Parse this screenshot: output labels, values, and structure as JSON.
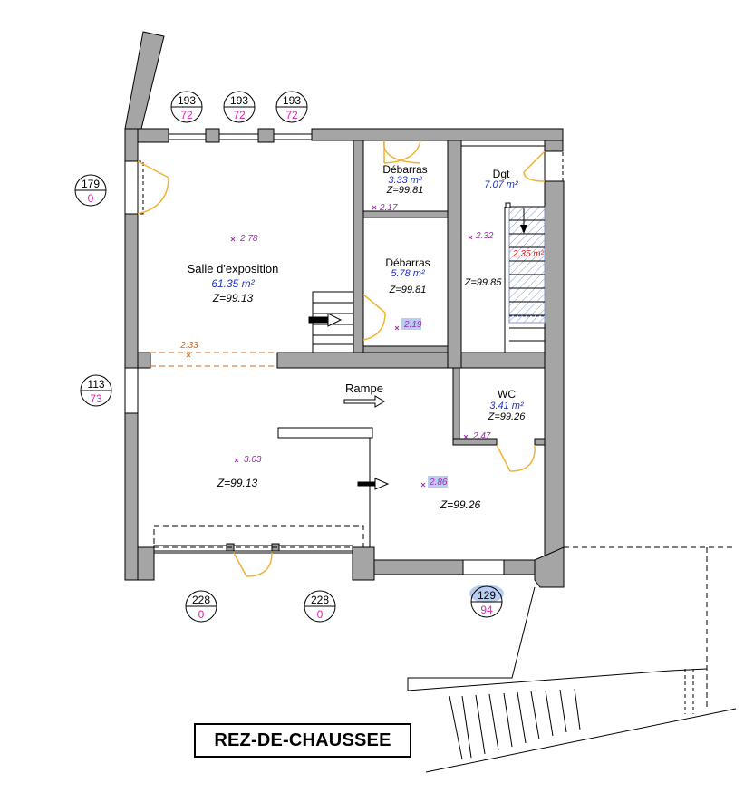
{
  "title": "REZ-DE-CHAUSSEE",
  "rooms": [
    {
      "id": "salle",
      "name": "Salle  d'exposition",
      "area": "61.35 m²",
      "level": "Z=99.13",
      "height": "2.78"
    },
    {
      "id": "debarras1",
      "name": "Débarras",
      "area": "3.33 m²",
      "level": "Z=99.81",
      "height": "2.17"
    },
    {
      "id": "debarras2",
      "name": "Débarras",
      "area": "5.78 m²",
      "level": "Z=99.81",
      "height": "2.19"
    },
    {
      "id": "dgt",
      "name": "Dgt",
      "area": "7.07 m²",
      "level": "Z=99.85",
      "height": "2.32",
      "extra_area": "2.35 m²"
    },
    {
      "id": "wc",
      "name": "WC",
      "area": "3.41 m²",
      "level": "Z=99.26",
      "height": "2.47"
    }
  ],
  "zones": [
    {
      "id": "lower-left",
      "level": "Z=99.13",
      "height": "3.03"
    },
    {
      "id": "lower-right",
      "level": "Z=99.26",
      "height": "2.86"
    }
  ],
  "rampe_label": "Rampe",
  "beam_height": "2.33",
  "openings": [
    {
      "id": "w1",
      "top": "193",
      "bottom": "72"
    },
    {
      "id": "w2",
      "top": "193",
      "bottom": "72"
    },
    {
      "id": "w3",
      "top": "193",
      "bottom": "72"
    },
    {
      "id": "d-left-top",
      "top": "179",
      "bottom": "0"
    },
    {
      "id": "d-left-mid",
      "top": "113",
      "bottom": "73"
    },
    {
      "id": "b1",
      "top": "228",
      "bottom": "0"
    },
    {
      "id": "b2",
      "top": "228",
      "bottom": "0"
    },
    {
      "id": "b3",
      "top": "129",
      "bottom": "94"
    }
  ],
  "colors": {
    "wall": "#a5a5a5",
    "door": "#f2b233",
    "area": "#1f33c4",
    "height": "#9a2fa8",
    "highlight": "#b8cdf2",
    "red": "#e02020",
    "tag_bottom": "#e020b0",
    "beam": "#cc6a1a"
  }
}
